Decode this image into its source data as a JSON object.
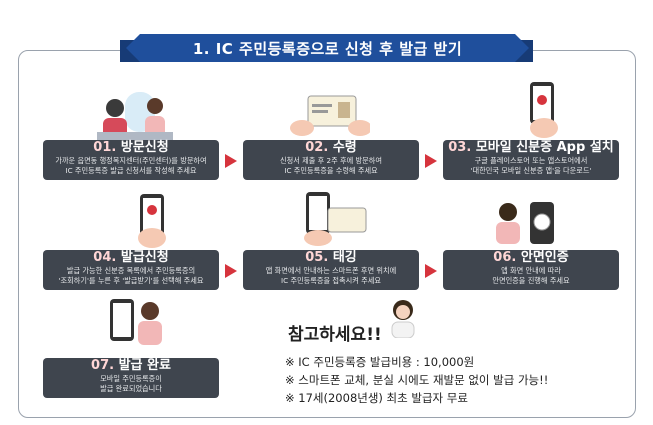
{
  "banner_title": "1. IC 주민등록증으로 신청 후 발급 받기",
  "steps": [
    {
      "num": "01.",
      "name": "방문신청",
      "desc1": "가까운 읍면동 행정복지센터(주민센터)를 방문하여",
      "desc2": "IC 주민등록증 발급 신청서를 작성해 주세요"
    },
    {
      "num": "02.",
      "name": "수령",
      "desc1": "신청서 제출 후 2주 후에 방문하여",
      "desc2": "IC 주민등록증을 수령해 주세요"
    },
    {
      "num": "03.",
      "name": "모바일 신분증 App 설치",
      "desc1": "구글 플레이스토어 또는 앱스토어에서",
      "desc2": "'대한민국 모바일 신분증 앱'을 다운로드'"
    },
    {
      "num": "04.",
      "name": "발급신청",
      "desc1": "발급 가능한 신분증 목록에서 주민등록증의",
      "desc2": "'조회하기'를 누른 후 '발급받기'를 선택해 주세요"
    },
    {
      "num": "05.",
      "name": "태깅",
      "desc1": "앱 화면에서 안내하는 스마트폰 후면 위치에",
      "desc2": "IC 주민등록증을 접촉시켜 주세요"
    },
    {
      "num": "06.",
      "name": "안면인증",
      "desc1": "앱 화면 안내에 따라",
      "desc2": "안면인증을 진행해 주세요"
    },
    {
      "num": "07.",
      "name": "발급 완료",
      "desc1": "모바일 주민등록증이",
      "desc2": "발급 완료되었습니다"
    }
  ],
  "notes": {
    "title": "참고하세요!!",
    "items": [
      "※ IC 주민등록증 발급비용 : 10,000원",
      "※ 스마트폰 교체, 분실 시에도 재발문 없이 발급 가능!!",
      "※ 17세(2008년생) 최초 발급자 무료"
    ]
  },
  "colors": {
    "banner": "#1f4f9c",
    "card": "#3f454e",
    "arrow": "#d6343d"
  }
}
